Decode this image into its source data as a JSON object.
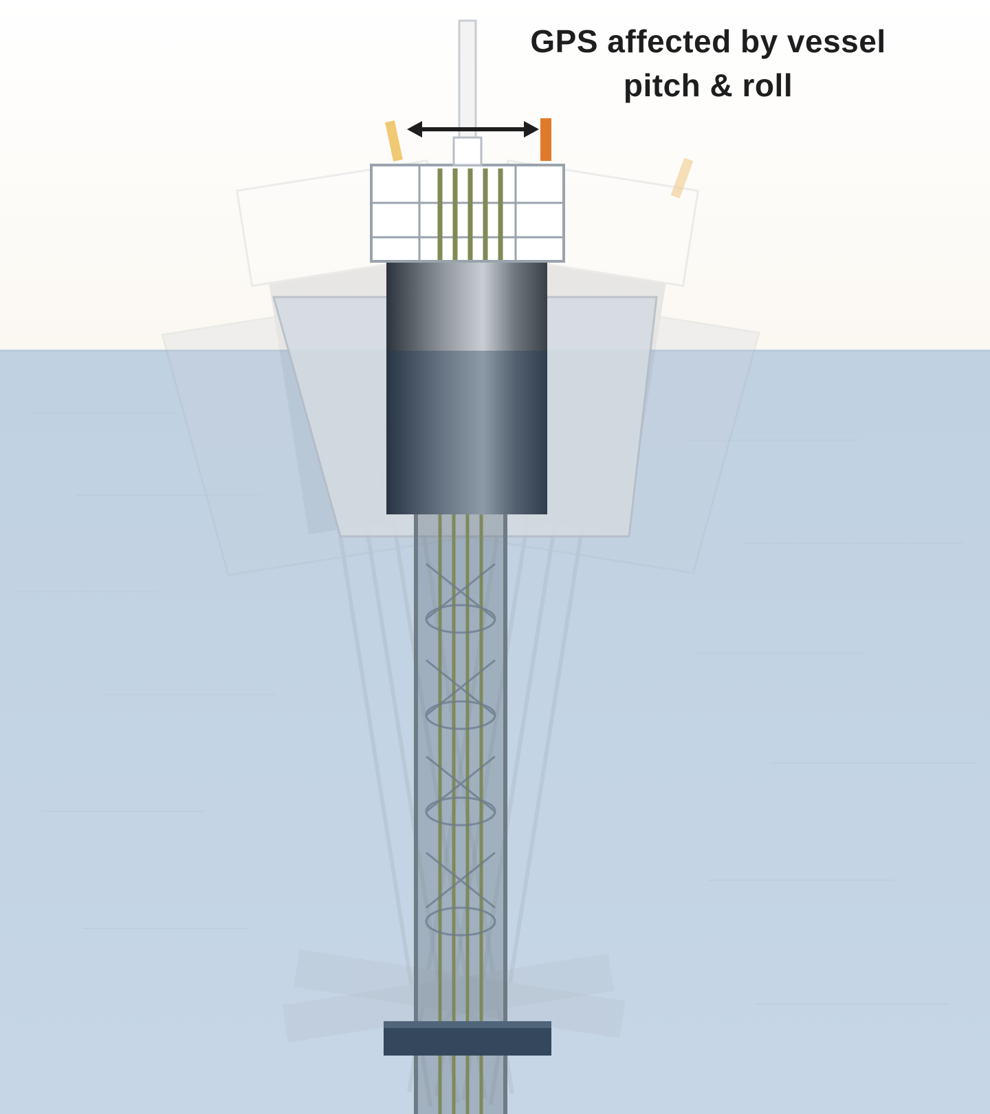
{
  "annotation": {
    "line1": "GPS affected by vessel",
    "line2": "pitch & roll"
  },
  "colors": {
    "sky": "#ffffff",
    "sea": "#c3d3e3",
    "sea_line": "#b4c7da",
    "hull_dark": "#1f2a38",
    "mast_frame": "#9aa3ad",
    "gps_antenna_left": "#f1c873",
    "gps_antenna_right": "#e07a2a",
    "arrow": "#1e1e1e"
  },
  "icons": {
    "gps_left": "gps-antenna",
    "gps_right": "gps-antenna",
    "motion_arrow": "double-headed-arrow"
  }
}
